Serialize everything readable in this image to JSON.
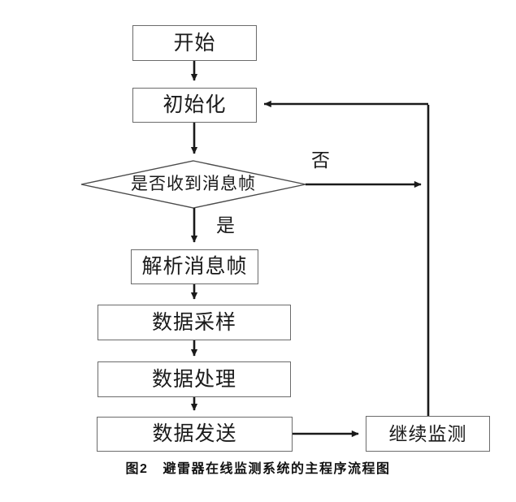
{
  "figure": {
    "background_color": "#ffffff",
    "line_color": "#1a1a1a",
    "box_border_color": "#6b6b6b",
    "caption_number": "图2",
    "caption_title": "避雷器在线监测系统的主程序流程图"
  },
  "nodes": {
    "start": {
      "label": "开始",
      "shape": "rectangle"
    },
    "initialize": {
      "label": "初始化",
      "shape": "rectangle"
    },
    "decision_received_frame": {
      "label": "是否收到消息帧",
      "shape": "diamond"
    },
    "parse_frame": {
      "label": "解析消息帧",
      "shape": "rectangle"
    },
    "data_sampling": {
      "label": "数据采样",
      "shape": "rectangle"
    },
    "data_processing": {
      "label": "数据处理",
      "shape": "rectangle"
    },
    "data_transmit": {
      "label": "数据发送",
      "shape": "rectangle"
    },
    "continue_monitoring": {
      "label": "继续监测",
      "shape": "rectangle"
    }
  },
  "edge_labels": {
    "yes": "是",
    "no": "否"
  }
}
